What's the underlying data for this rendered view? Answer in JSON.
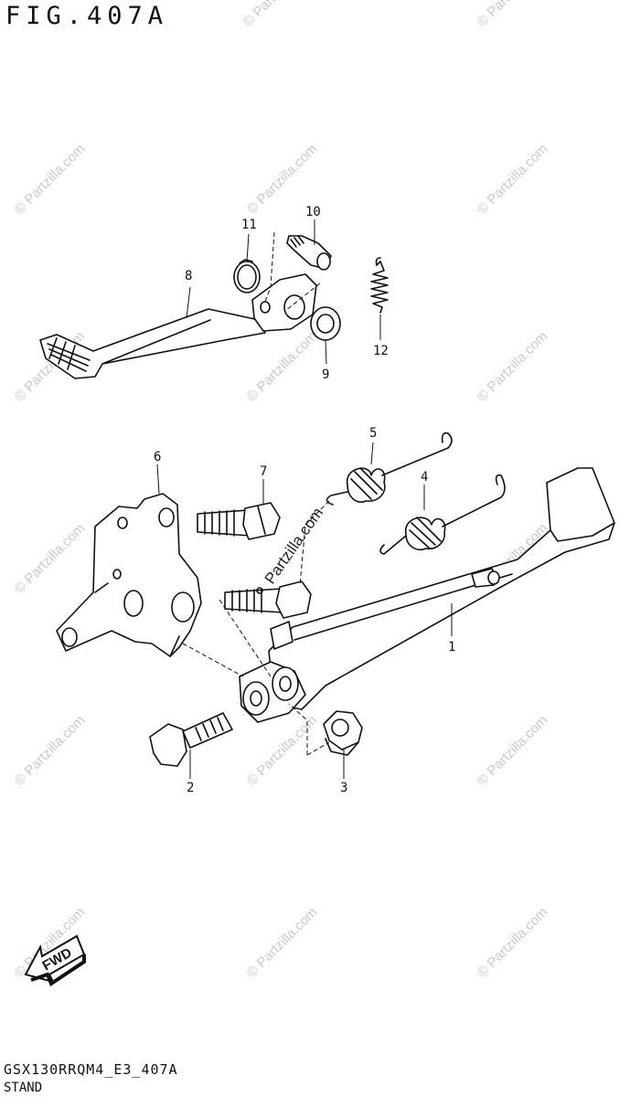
{
  "figure": {
    "title": "FIG.407A",
    "model_code": "GSX130RRQM4_E3_407A",
    "section_name": "STAND"
  },
  "watermark": {
    "text": "© Partzilla.com",
    "center_text": "Partzilla.com"
  },
  "fwd_badge": {
    "label": "FWD"
  },
  "callouts": [
    {
      "id": "c1",
      "label": "1"
    },
    {
      "id": "c2",
      "label": "2"
    },
    {
      "id": "c3",
      "label": "3"
    },
    {
      "id": "c4",
      "label": "4"
    },
    {
      "id": "c5",
      "label": "5"
    },
    {
      "id": "c6",
      "label": "6"
    },
    {
      "id": "c7",
      "label": "7"
    },
    {
      "id": "c8",
      "label": "8"
    },
    {
      "id": "c9",
      "label": "9"
    },
    {
      "id": "c10",
      "label": "10"
    },
    {
      "id": "c11",
      "label": "11"
    },
    {
      "id": "c12",
      "label": "12"
    }
  ],
  "colors": {
    "line": "#111111",
    "watermark": "#c9c9c9"
  }
}
